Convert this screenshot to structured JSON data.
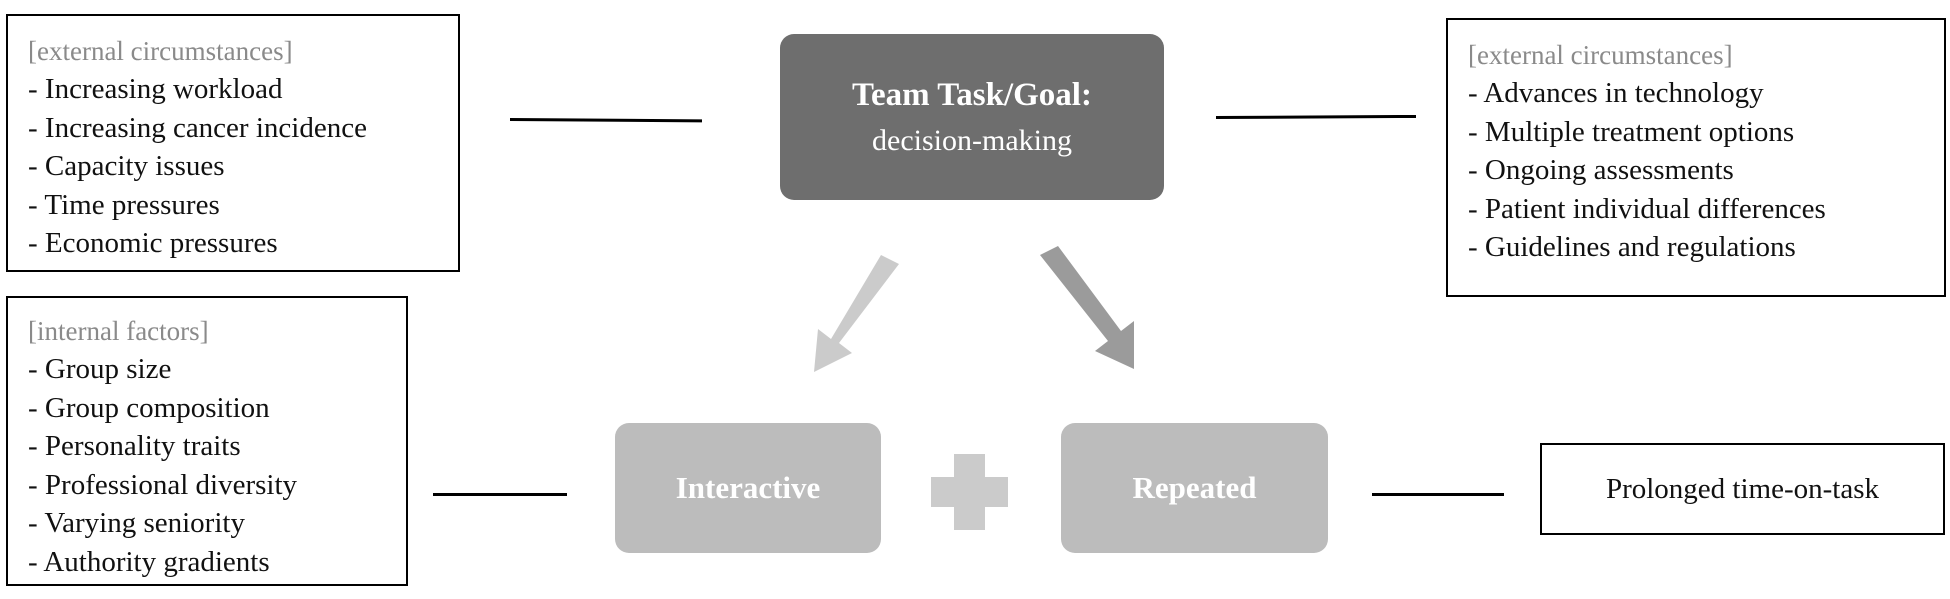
{
  "goal": {
    "title": "Team Task/Goal:",
    "subtitle": "decision-making"
  },
  "external_left": {
    "heading": "[external circumstances]",
    "items": [
      "Increasing workload",
      "Increasing cancer incidence",
      "Capacity issues",
      "Time pressures",
      "Economic pressures"
    ]
  },
  "external_right": {
    "heading": "[external circumstances]",
    "items": [
      "Advances in technology",
      "Multiple treatment options",
      "Ongoing assessments",
      "Patient individual differences",
      "Guidelines and regulations"
    ]
  },
  "internal": {
    "heading": "[internal factors]",
    "items": [
      "Group size",
      "Group composition",
      "Personality traits",
      "Professional diversity",
      "Varying seniority",
      "Authority gradients"
    ]
  },
  "interactive": {
    "label": "Interactive"
  },
  "repeated": {
    "label": "Repeated"
  },
  "prolonged": {
    "label": "Prolonged time-on-task"
  },
  "colors": {
    "goal_fill": "#6e6e6e",
    "node_fill": "#bcbcbc",
    "arrow_light": "#cbcbcb",
    "arrow_dark": "#9b9b9b",
    "heading_text": "#8a8a8a"
  }
}
